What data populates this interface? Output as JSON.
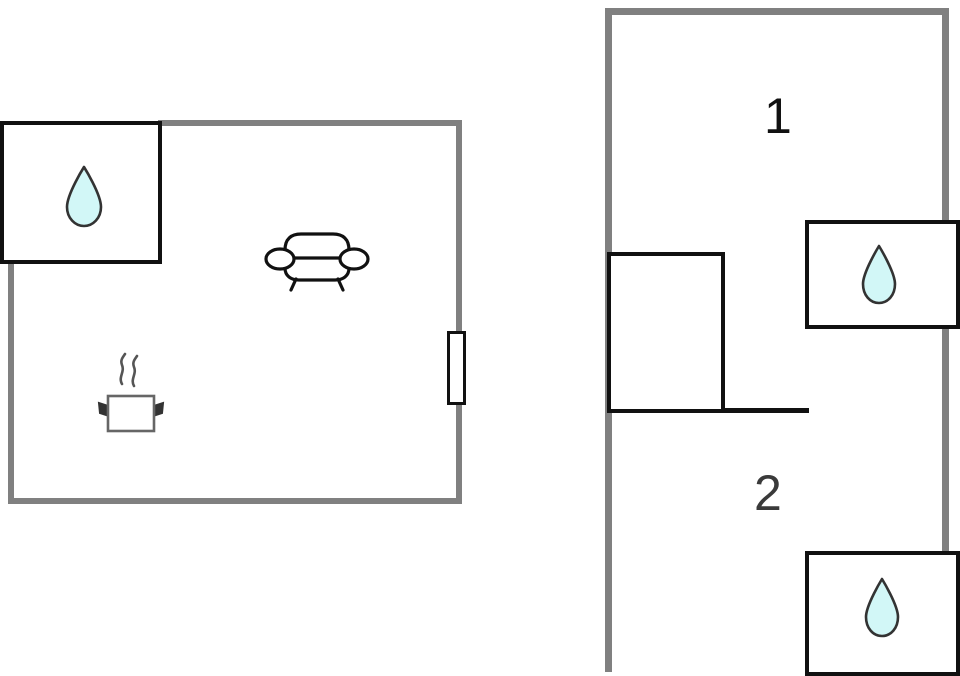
{
  "diagram": {
    "title": "Floor plan with two buildings",
    "background_color": "#ffffff",
    "wall_color": "#808080",
    "interior_wall_color": "#111111",
    "drop_fill_color": "#d2f7f7",
    "drop_stroke_color": "#333333"
  },
  "left_building": {
    "name": "left-building",
    "rooms": [
      {
        "id": "left-main-room",
        "label": ""
      },
      {
        "id": "left-water-room",
        "label": ""
      }
    ],
    "icons": [
      {
        "id": "water-drop-left",
        "name": "water-drop-icon",
        "label": ""
      },
      {
        "id": "sofa",
        "name": "sofa-icon",
        "label": ""
      },
      {
        "id": "cooking-pot",
        "name": "cooking-pot-icon",
        "label": ""
      }
    ],
    "openings": [
      {
        "id": "right-wall-door",
        "name": "door-window",
        "label": ""
      }
    ]
  },
  "right_building": {
    "name": "right-building",
    "rooms": [
      {
        "id": "room-1",
        "label": "1",
        "label_color": "#111111"
      },
      {
        "id": "room-2",
        "label": "2",
        "label_color": "#3a3a3a"
      }
    ],
    "sub_boxes": [
      {
        "id": "middle-box",
        "name": "utility-box",
        "label": ""
      },
      {
        "id": "water-box-1",
        "name": "water-room-upper",
        "label": ""
      },
      {
        "id": "water-box-2",
        "name": "water-room-lower",
        "label": ""
      }
    ],
    "icons": [
      {
        "id": "water-drop-upper",
        "name": "water-drop-icon",
        "label": ""
      },
      {
        "id": "water-drop-lower",
        "name": "water-drop-icon",
        "label": ""
      }
    ]
  }
}
